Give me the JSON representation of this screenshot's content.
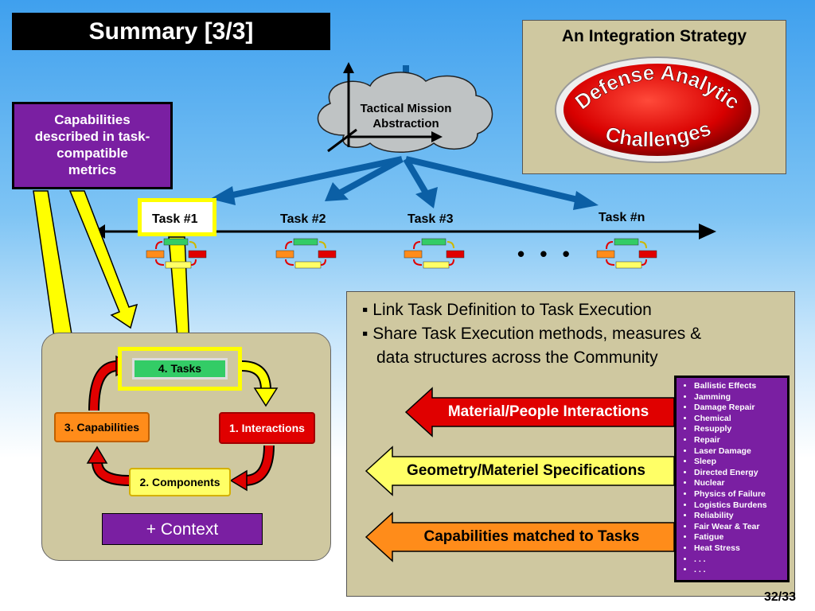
{
  "title": "Summary [3/3]",
  "strategy": {
    "title": "An Integration Strategy",
    "badge_line1": "Defense Analytic",
    "badge_line2": "Challenges"
  },
  "capabilities_box": {
    "line1": "Capabilities",
    "line2": "described in task-",
    "line3": "compatible",
    "line4": "metrics"
  },
  "cloud": {
    "line1": "Tactical Mission",
    "line2": "Abstraction"
  },
  "tasks": [
    "Task #1",
    "Task #2",
    "Task #3",
    "Task #n"
  ],
  "ellipsis": "• • •",
  "cycle": {
    "tasks": "4. Tasks",
    "interactions": "1. Interactions",
    "components": "2. Components",
    "capabilities": "3. Capabilities",
    "context": "+ Context"
  },
  "bullets": [
    "Link Task Definition to Task Execution",
    "Share Task Execution methods, measures &",
    "data structures across the Community"
  ],
  "arrows": {
    "material": "Material/People Interactions",
    "geometry": "Geometry/Materiel Specifications",
    "capabilities": "Capabilities matched to Tasks"
  },
  "effects_list": [
    "Ballistic Effects",
    "Jamming",
    "Damage Repair",
    "Chemical",
    "Resupply",
    "Repair",
    "Laser Damage",
    "Sleep",
    "Directed Energy",
    "Nuclear",
    "Physics of Failure",
    "Logistics Burdens",
    "Reliability",
    "Fair Wear & Tear",
    "Fatigue",
    "Heat Stress",
    ". . .",
    ". . ."
  ],
  "page_number": "32/33",
  "colors": {
    "purple": "#7a1fa2",
    "yellow": "#ffff00",
    "red": "#e00000",
    "orange": "#ff8c1a",
    "green": "#33cc66",
    "blue_arrow": "#0b5fa5",
    "panel": "#cfc8a0"
  }
}
